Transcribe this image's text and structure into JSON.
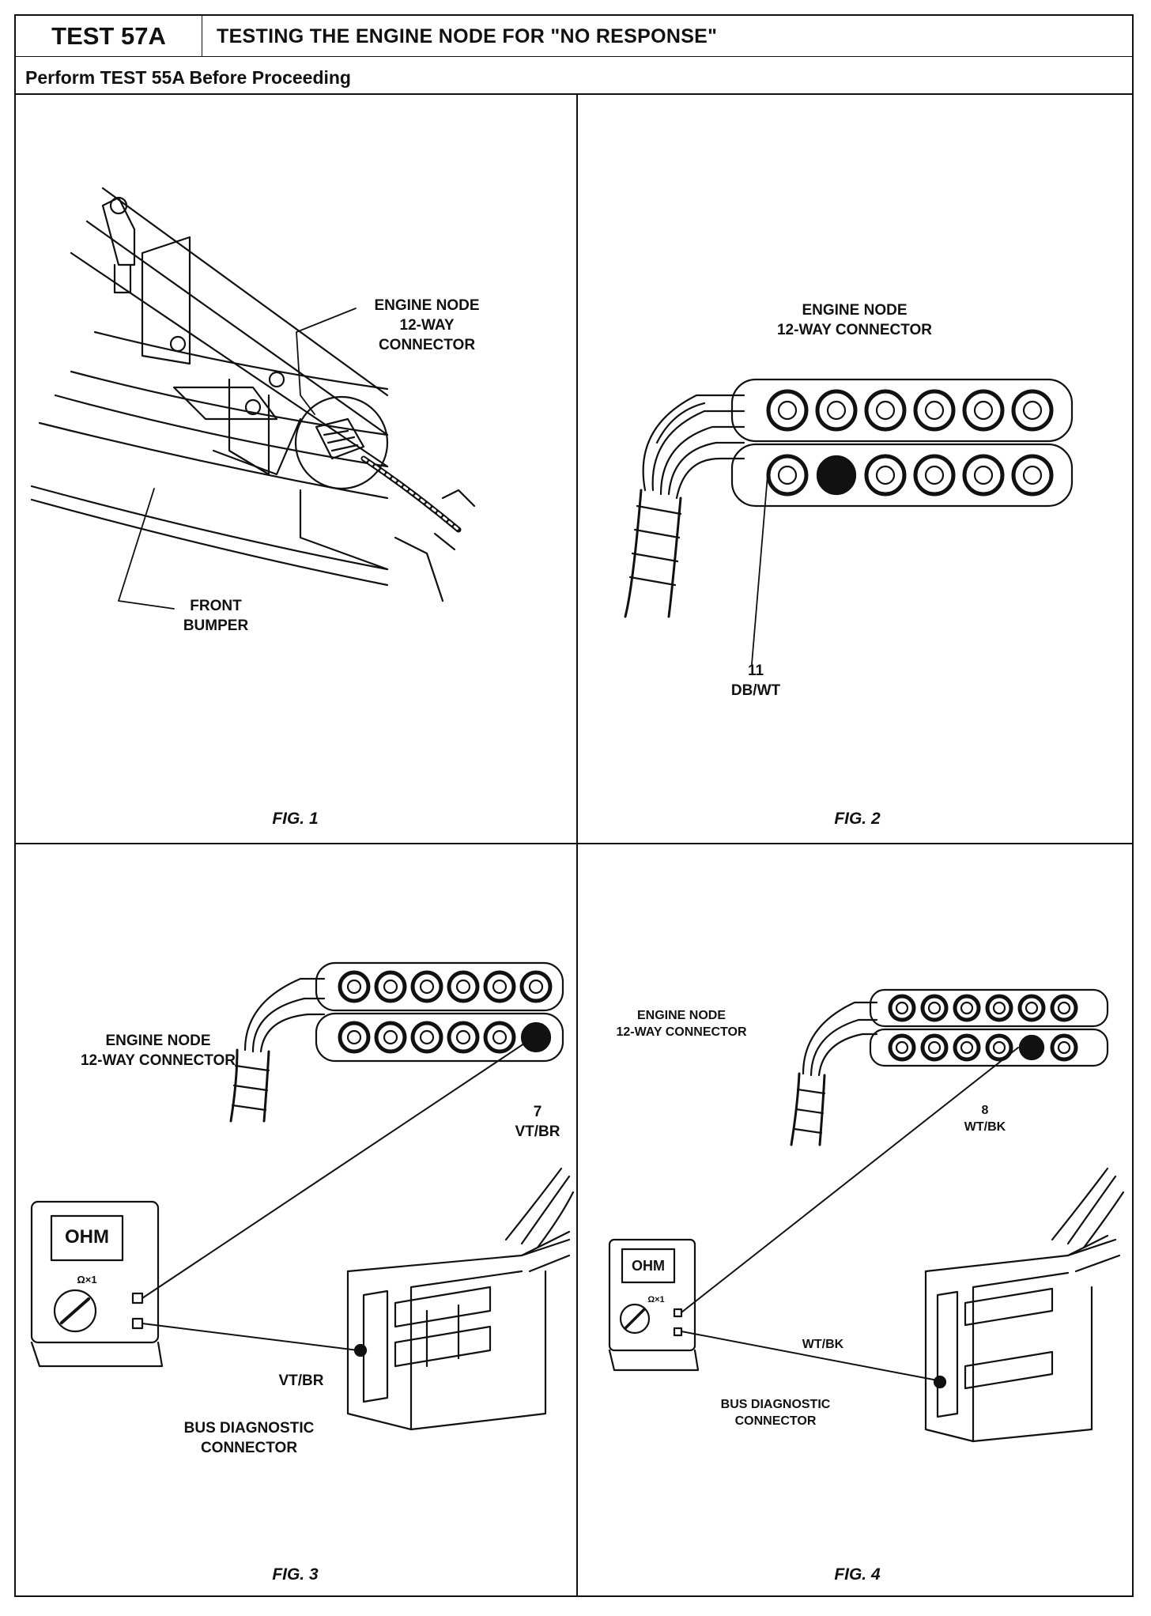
{
  "header": {
    "test_id": "TEST 57A",
    "title": "TESTING THE ENGINE NODE FOR \"NO RESPONSE\"",
    "prerequisite": "Perform TEST 55A Before Proceeding"
  },
  "figures": [
    {
      "caption": "FIG. 1",
      "labels": {
        "connector_l1": "ENGINE NODE",
        "connector_l2": "12-WAY",
        "connector_l3": "CONNECTOR",
        "bumper_l1": "FRONT",
        "bumper_l2": "BUMPER"
      }
    },
    {
      "caption": "FIG. 2",
      "labels": {
        "connector_l1": "ENGINE NODE",
        "connector_l2": "12-WAY CONNECTOR",
        "pin_number": "11",
        "pin_color": "DB/WT"
      }
    },
    {
      "caption": "FIG. 3",
      "labels": {
        "connector_l1": "ENGINE NODE",
        "connector_l2": "12-WAY CONNECTOR",
        "pin_number": "7",
        "pin_color": "VT/BR",
        "meter_display": "OHM",
        "meter_range": "Ω×1",
        "wire_color": "VT/BR",
        "bus_l1": "BUS DIAGNOSTIC",
        "bus_l2": "CONNECTOR"
      }
    },
    {
      "caption": "FIG. 4",
      "labels": {
        "connector_l1": "ENGINE NODE",
        "connector_l2": "12-WAY CONNECTOR",
        "pin_number": "8",
        "pin_color": "WT/BK",
        "meter_display": "OHM",
        "meter_range": "Ω×1",
        "wire_color": "WT/BK",
        "bus_l1": "BUS DIAGNOSTIC",
        "bus_l2": "CONNECTOR"
      }
    }
  ]
}
